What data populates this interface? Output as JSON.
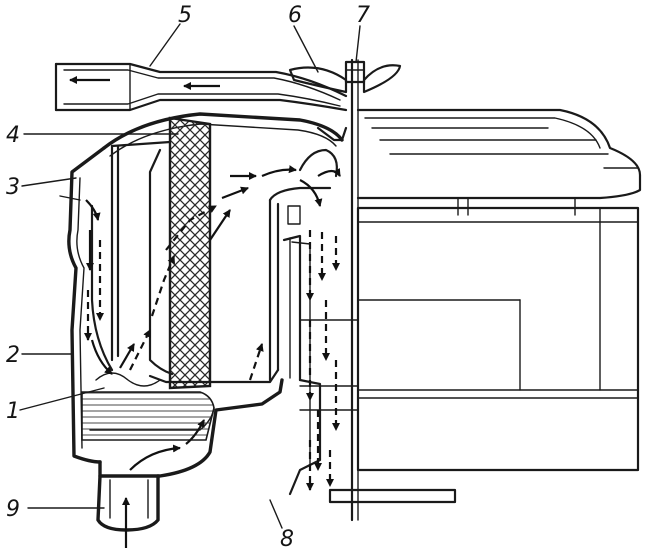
{
  "callouts": [
    {
      "id": "1",
      "text": "1"
    },
    {
      "id": "2",
      "text": "2"
    },
    {
      "id": "3",
      "text": "3"
    },
    {
      "id": "4",
      "text": "4"
    },
    {
      "id": "5",
      "text": "5"
    },
    {
      "id": "6",
      "text": "6"
    },
    {
      "id": "7",
      "text": "7"
    },
    {
      "id": "8",
      "text": "8"
    },
    {
      "id": "9",
      "text": "9"
    }
  ],
  "colors": {
    "ink": "#1a1a1a",
    "paper": "#ffffff",
    "filter": "#2a2a2a"
  }
}
